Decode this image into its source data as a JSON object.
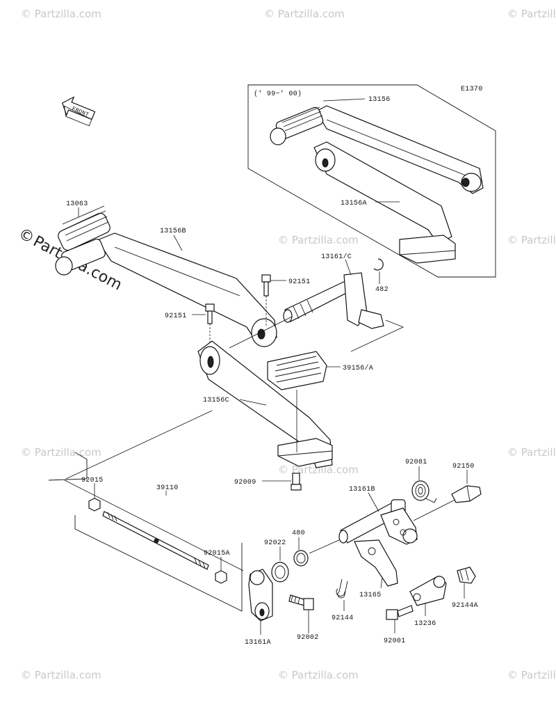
{
  "diagram_code": "E1370",
  "year_range": "(' 99~' 00)",
  "front_label": "FRONT",
  "watermark": {
    "text": "© Partzilla.com",
    "symbol": "©",
    "name": "Partzilla.com"
  },
  "parts": {
    "p13156": "13156",
    "p13156A": "13156A",
    "p13063": "13063",
    "p13156B": "13156B",
    "p13161C": "13161/C",
    "p92151a": "92151",
    "p482": "482",
    "p92151b": "92151",
    "p39156A": "39156/A",
    "p13156C": "13156C",
    "p92009": "92009",
    "p92015": "92015",
    "p39110": "39110",
    "p92081": "92081",
    "p92150": "92150",
    "p13161B": "13161B",
    "p480": "480",
    "p92022": "92022",
    "p92015A": "92015A",
    "p13165": "13165",
    "p92144A": "92144A",
    "p92144": "92144",
    "p13236": "13236",
    "p13161A": "13161A",
    "p92002": "92002",
    "p92001": "92001"
  }
}
